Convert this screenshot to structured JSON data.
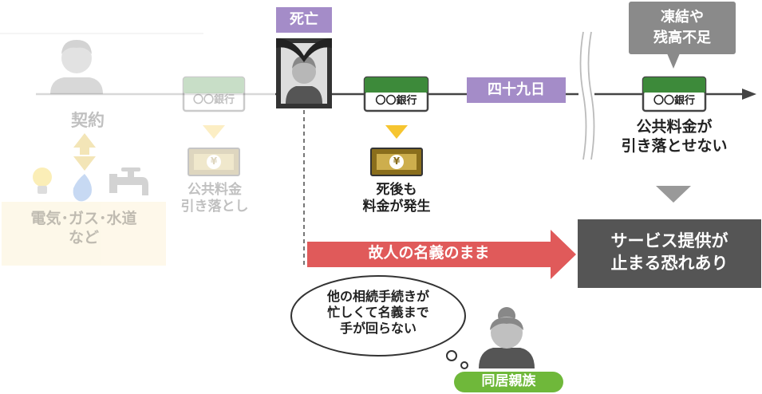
{
  "contract": {
    "label": "契約"
  },
  "utilities": {
    "line1": "電気･ガス･水道",
    "line2": "など"
  },
  "bank_name": "〇〇銀行",
  "yen_symbol": "¥",
  "debit_normal": {
    "line1": "公共料金",
    "line2": "引き落とし"
  },
  "death": {
    "label": "死亡"
  },
  "after_death": {
    "line1": "死後も",
    "line2": "料金が発生"
  },
  "shijukunichi": {
    "label": "四十九日"
  },
  "freeze": {
    "line1": "凍結や",
    "line2": "残高不足"
  },
  "debit_fail": {
    "line1": "公共料金が",
    "line2": "引き落とせない"
  },
  "arrow_label": "故人の名義のまま",
  "warning": {
    "line1": "サービス提供が",
    "line2": "止まる恐れあり"
  },
  "bubble": {
    "line1": "他の相続手続きが",
    "line2": "忙しくて名義まで",
    "line3": "手が回らない"
  },
  "relative_label": "同居親族",
  "colors": {
    "green": "#3d8a3a",
    "purple": "#a48cc8",
    "red": "#e05a5a",
    "gray": "#8a8a8a",
    "dark": "#555555",
    "yellow": "#f6c530"
  }
}
